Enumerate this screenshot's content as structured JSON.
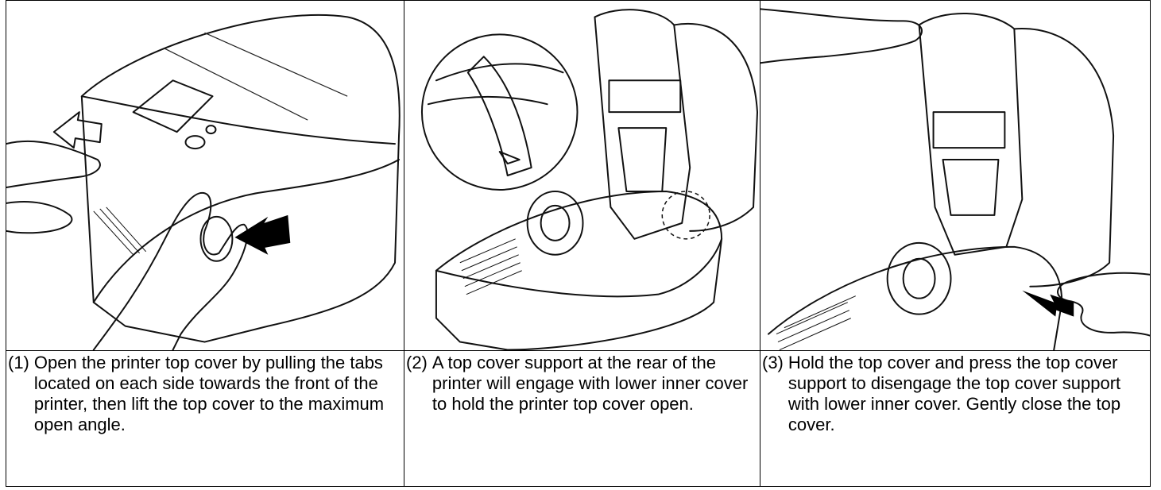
{
  "steps": [
    {
      "number": "(1)",
      "text": "Open the printer top cover by pulling the tabs located on each side towards the front of the printer, then lift the top cover to the maximum open angle.",
      "illustration": "printer-closed-pull-tabs"
    },
    {
      "number": "(2)",
      "text": "A top cover support at the rear of the printer will engage with lower inner cover to hold the printer top cover open.",
      "illustration": "printer-open-cover-support"
    },
    {
      "number": "(3)",
      "text": "Hold the top cover and press the top cover support to disengage the top cover support with lower inner cover. Gently close the top cover.",
      "illustration": "printer-press-cover-support"
    }
  ]
}
